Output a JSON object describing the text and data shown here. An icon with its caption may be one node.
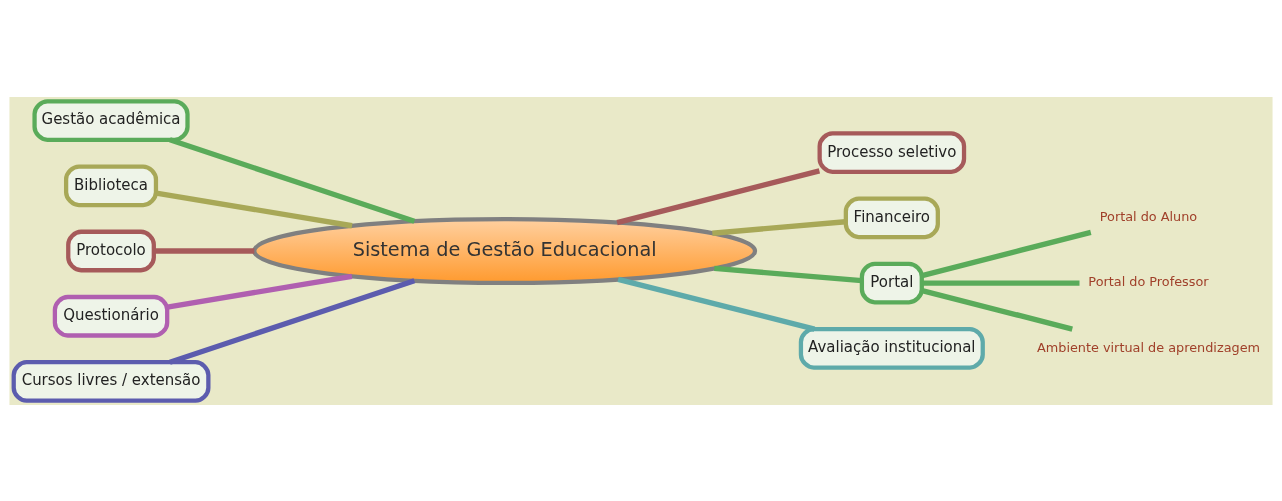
{
  "diagram": {
    "nodes": [
      {
        "text": [
          "Sistema de Gestão Educacional"
        ]
      },
      {
        "text": [
          "Gestão acadêmica"
        ]
      },
      {
        "text": [
          "Biblioteca"
        ]
      },
      {
        "text": [
          "Protocolo"
        ]
      },
      {
        "text": [
          "Questionário"
        ]
      },
      {
        "text": [
          "Cursos livres / extensão"
        ]
      },
      {
        "text": [
          "Processo seletivo"
        ]
      },
      {
        "text": [
          "Financeiro"
        ]
      },
      {
        "text": [
          "Portal"
        ]
      },
      {
        "text": [
          "Avaliação institucional"
        ]
      },
      {
        "text": [
          "Portal do Aluno"
        ]
      },
      {
        "text": [
          "Portal do Professor"
        ]
      },
      {
        "text": [
          "Ambiente virtual de aprendizagem"
        ]
      }
    ],
    "edges": [
      {
        "from": 0,
        "to": 1,
        "arrow": "none",
        "color": "#5aab5a"
      },
      {
        "from": 0,
        "to": 2,
        "arrow": "none",
        "color": "#a8a857"
      },
      {
        "from": 0,
        "to": 3,
        "arrow": "none",
        "color": "#a65a5a"
      },
      {
        "from": 0,
        "to": 4,
        "arrow": "none",
        "color": "#b05fb0"
      },
      {
        "from": 0,
        "to": 5,
        "arrow": "none",
        "color": "#5c5cae"
      },
      {
        "from": 0,
        "to": 6,
        "arrow": "none",
        "color": "#a65a5a"
      },
      {
        "from": 0,
        "to": 7,
        "arrow": "none",
        "color": "#a8a857"
      },
      {
        "from": 0,
        "to": 8,
        "arrow": "none",
        "color": "#5aab5a"
      },
      {
        "from": 0,
        "to": 9,
        "arrow": "none",
        "color": "#5eaaaa"
      },
      {
        "from": 8,
        "to": 10,
        "arrow": "none",
        "color": "#5aab5a"
      },
      {
        "from": 8,
        "to": 11,
        "arrow": "none",
        "color": "#5aab5a"
      },
      {
        "from": 8,
        "to": 12,
        "arrow": "none",
        "color": "#5aab5a"
      }
    ]
  }
}
